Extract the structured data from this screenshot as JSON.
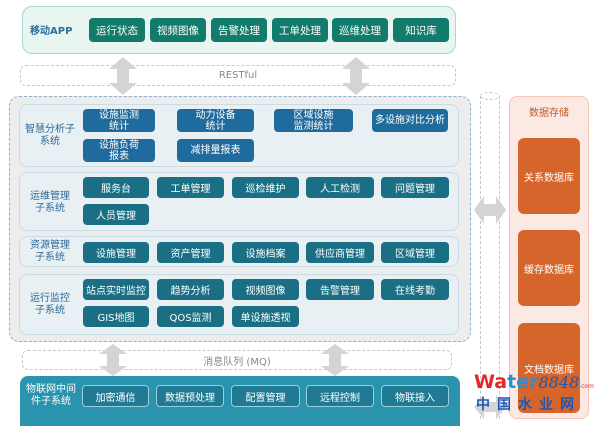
{
  "mobile_app": {
    "title": "移动APP",
    "items": [
      "运行状态",
      "视频图像",
      "告警处理",
      "工单处理",
      "巡维处理",
      "知识库"
    ]
  },
  "buses": {
    "restful": "RESTful",
    "mq": "消息队列 (MQ)"
  },
  "subsystems": {
    "smart_analysis": {
      "label": "智慧分析子系统",
      "label_lines": [
        "智慧分析子",
        "系统"
      ],
      "items": [
        {
          "lines": [
            "设施监测",
            "统计"
          ]
        },
        {
          "lines": [
            "动力设备",
            "统计"
          ]
        },
        {
          "lines": [
            "区域设施",
            "监测统计"
          ]
        },
        {
          "lines": [
            "多设施对比分析"
          ]
        },
        {
          "lines": [
            "设施负荷",
            "报表"
          ]
        },
        {
          "lines": [
            "减排量报表"
          ]
        }
      ]
    },
    "ops_management": {
      "label_lines": [
        "运维管理",
        "子系统"
      ],
      "items": [
        "服务台",
        "工单管理",
        "巡检维护",
        "人工检测",
        "问题管理",
        "人员管理"
      ]
    },
    "resource_management": {
      "label_lines": [
        "资源管理",
        "子系统"
      ],
      "items": [
        "设施管理",
        "资产管理",
        "设施档案",
        "供应商管理",
        "区域管理"
      ]
    },
    "operation_monitoring": {
      "label_lines": [
        "运行监控",
        "子系统"
      ],
      "items": [
        "站点实时监控",
        "趋势分析",
        "视频图像",
        "告警管理",
        "在线考勤",
        "GIS地图",
        "QOS监测",
        "单设施透视"
      ]
    },
    "iot_middleware": {
      "label_lines": [
        "物联网中间",
        "件子系统"
      ],
      "items": [
        "加密通信",
        "数据预处理",
        "配置管理",
        "远程控制",
        "物联接入"
      ]
    }
  },
  "storage": {
    "title": "数据存储",
    "items": [
      "关系数据库",
      "缓存数据库",
      "文档数据库"
    ]
  },
  "watermark": {
    "brand_wa": "Wa",
    "brand_ter": "ter",
    "brand_num": "8848",
    "brand_com": ".com",
    "subtitle": "中国水业网"
  },
  "colors": {
    "app_button": "#137b6b",
    "analysis_button": "#1f6b9d",
    "subsystem_button": "#1b6f85",
    "iot_panel": "#2a93ad",
    "storage_box": "#d5652a",
    "arrow": "#d4d4d4"
  }
}
